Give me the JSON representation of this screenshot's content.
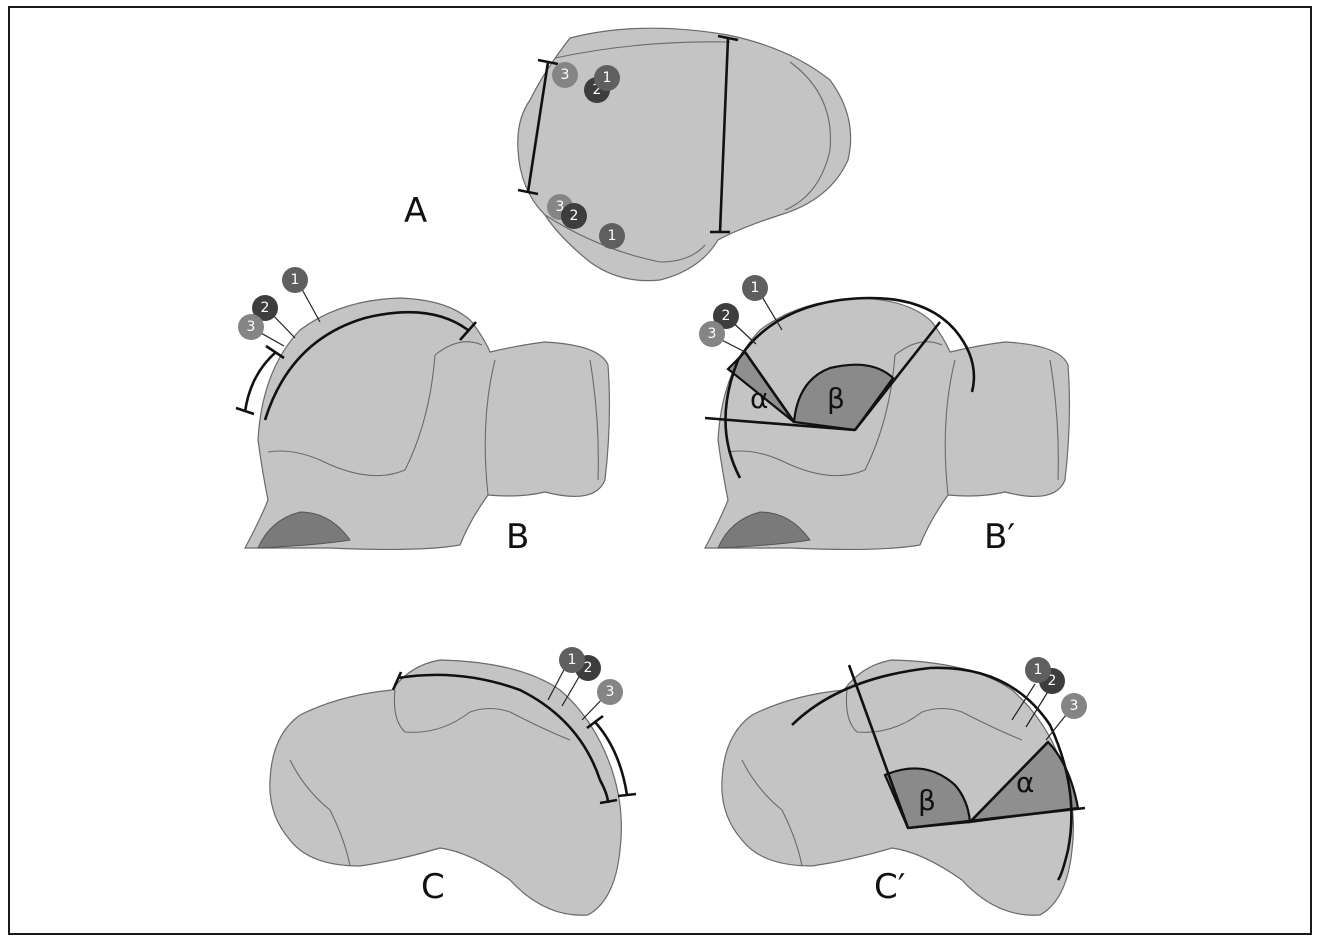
{
  "panels": {
    "A": {
      "label": "A"
    },
    "B": {
      "label": "B"
    },
    "B_prime": {
      "label": "B′"
    },
    "C": {
      "label": "C"
    },
    "C_prime": {
      "label": "C′"
    }
  },
  "angles": {
    "alpha": "α",
    "beta": "β"
  },
  "markers": {
    "one": "1",
    "two": "2",
    "three": "3"
  },
  "colors": {
    "marker_1": "#5f5f5f",
    "marker_2": "#3d3d3d",
    "marker_3": "#858585",
    "bone": "#c4c4c4",
    "sector": "#8c8c8c"
  }
}
